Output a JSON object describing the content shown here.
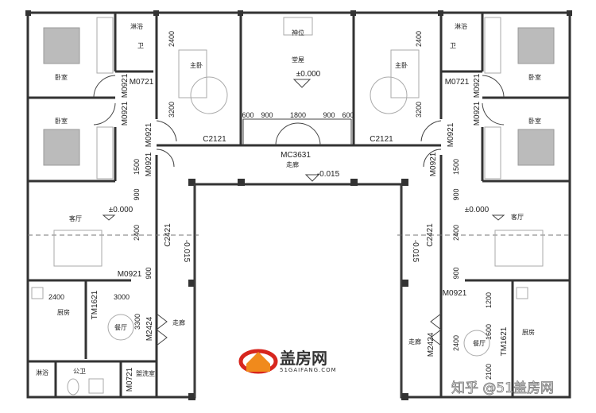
{
  "rooms": [
    "卧室",
    "卧室",
    "淋浴",
    "卫",
    "主卧",
    "神位",
    "堂屋",
    "主卧",
    "卫",
    "淋浴",
    "卧室",
    "卧室",
    "走廊",
    "客厅",
    "客厅",
    "厨房",
    "餐厅",
    "走廊",
    "淋浴",
    "公卫",
    "盥洗室",
    "走廊",
    "餐厅",
    "厨房"
  ],
  "codes": [
    "M0721",
    "M0921",
    "M0921",
    "M0921",
    "M0921",
    "C2121",
    "MC3631",
    "C2121",
    "M0721",
    "M0921",
    "M0921",
    "M0921",
    "M0921",
    "C2421",
    "C2421",
    "M0921",
    "TM1621",
    "M2424",
    "M0721",
    "M0921",
    "M2424",
    "TM1621"
  ],
  "dims": [
    "2400",
    "3200",
    "600",
    "900",
    "1800",
    "900",
    "600",
    "2400",
    "3200",
    "1500",
    "900",
    "2400",
    "900",
    "1500",
    "900",
    "2400",
    "900",
    "2400",
    "3000",
    "3300",
    "1200",
    "1600",
    "2400",
    "2100"
  ],
  "elevations": [
    "±0.000",
    "-0.015",
    "±0.000",
    "±0.000",
    "-0.015",
    "-0.015"
  ],
  "logo": {
    "name": "盖房网",
    "domain": "51GAIFANG.COM"
  },
  "watermark": "知乎 @51盖房网",
  "colors": {
    "logo_red": "#d7261e",
    "logo_orange": "#f08a1c",
    "wall": "#333333"
  }
}
